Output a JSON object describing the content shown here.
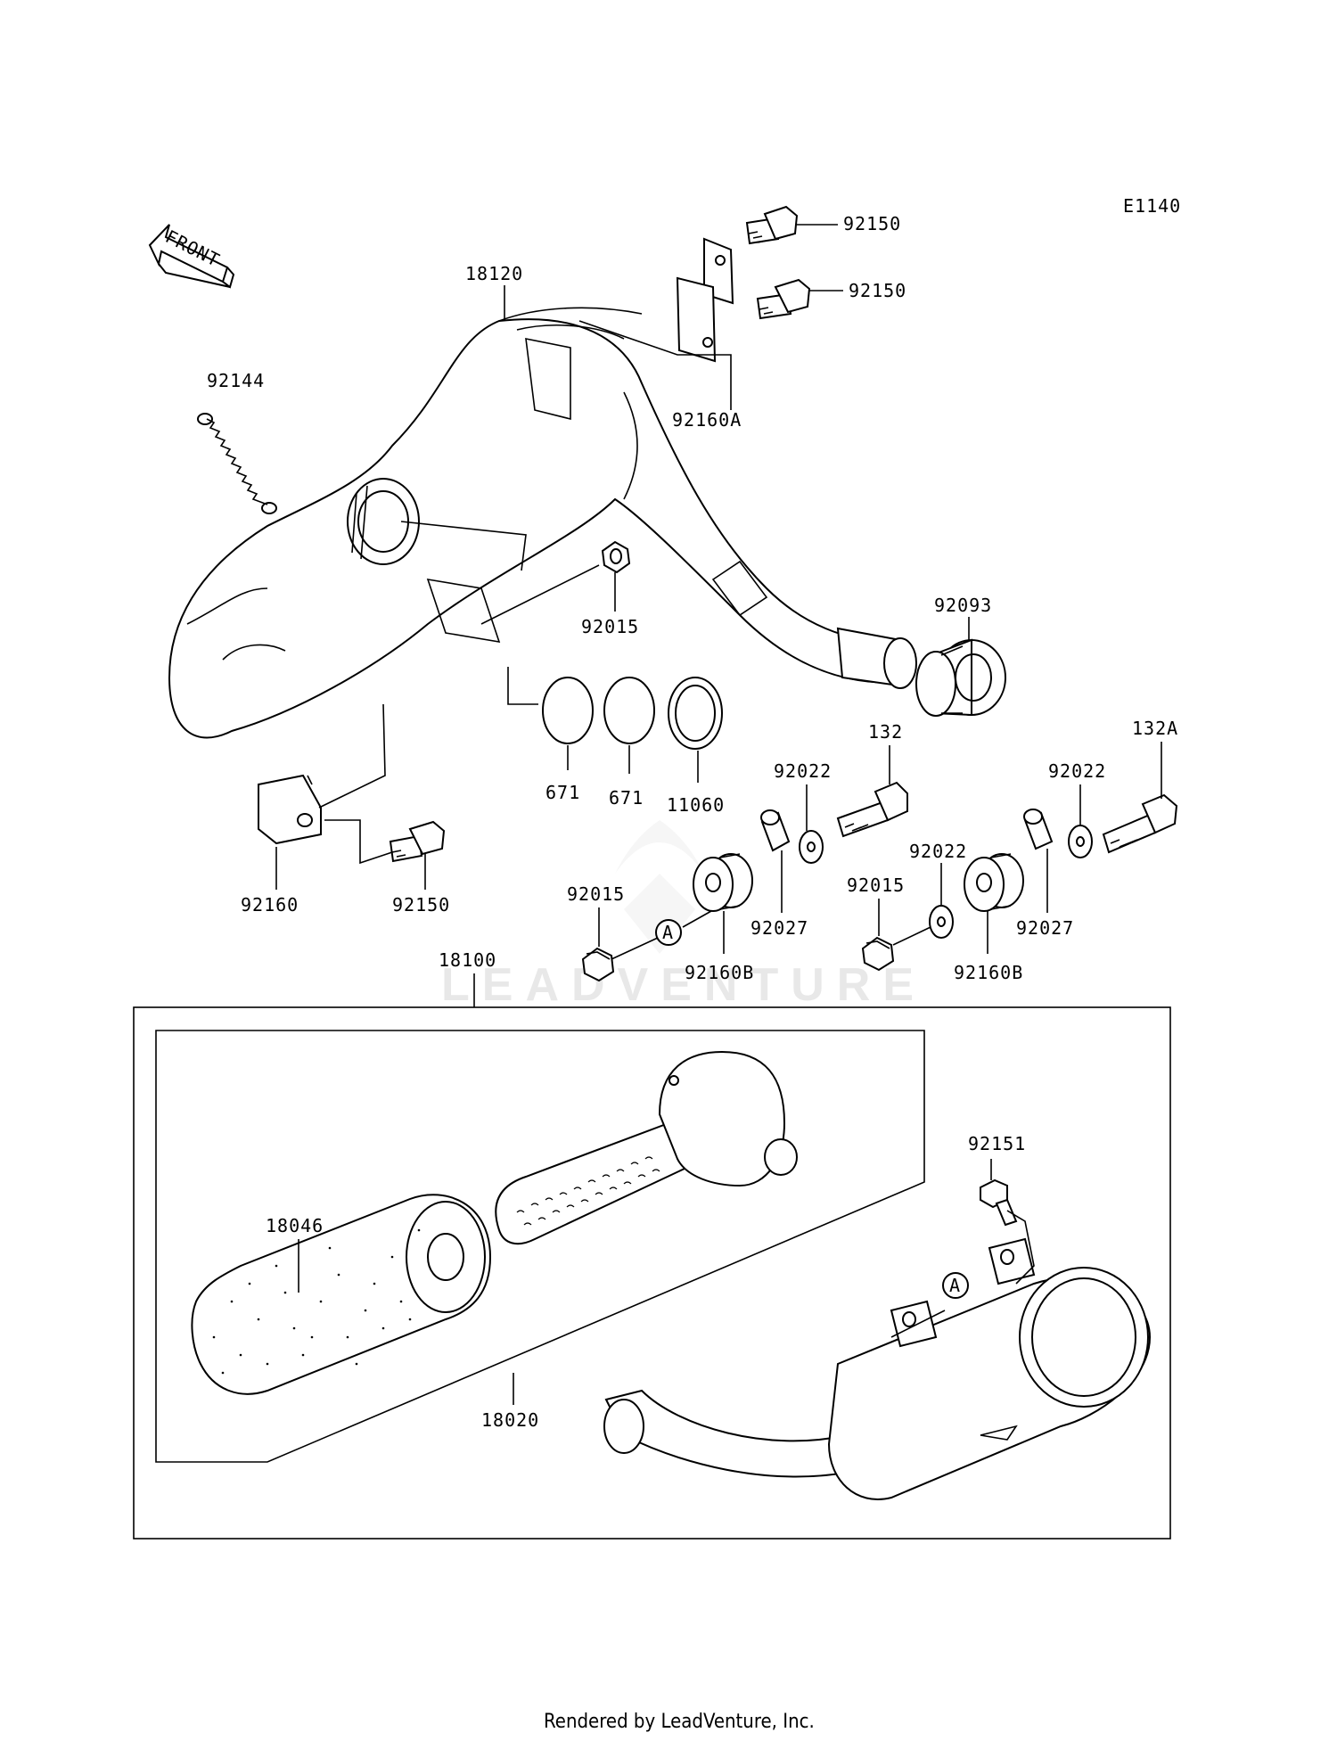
{
  "diagram": {
    "code": "E1140",
    "front_label": "FRONT",
    "watermark": "LEADVENTURE",
    "footer": "Rendered by LeadVenture, Inc.",
    "callout_A": "A"
  },
  "parts": {
    "p18120": "18120",
    "p92144": "92144",
    "p92150_top": "92150",
    "p92150_mid": "92150",
    "p92160A": "92160A",
    "p92015_upper": "92015",
    "p92093": "92093",
    "p671_a": "671",
    "p671_b": "671",
    "p11060": "11060",
    "p92160": "92160",
    "p92150_low": "92150",
    "p132": "132",
    "p132A": "132A",
    "p92022_a": "92022",
    "p92022_b": "92022",
    "p92022_c": "92022",
    "p92015_left": "92015",
    "p92015_right": "92015",
    "p92027_a": "92027",
    "p92027_b": "92027",
    "p92160B_a": "92160B",
    "p92160B_b": "92160B",
    "p18100": "18100",
    "p92151": "92151",
    "p18046": "18046",
    "p18020": "18020"
  }
}
